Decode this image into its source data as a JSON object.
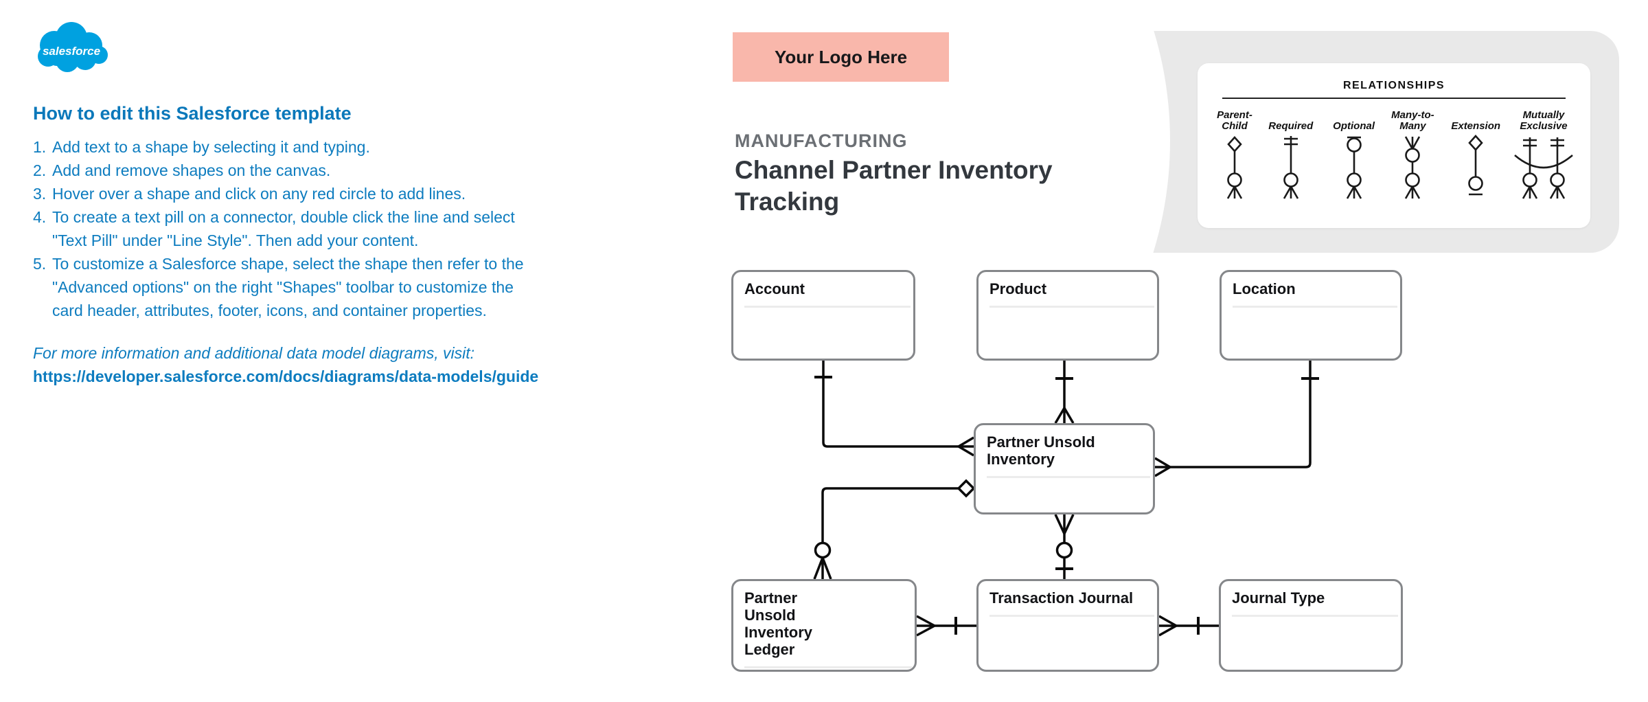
{
  "brand": {
    "logo_text": "salesforce",
    "logo_color": "#00A1E0"
  },
  "instructions": {
    "heading": "How to edit this Salesforce template",
    "items": [
      {
        "num": "1.",
        "text": "Add text to a shape by selecting it and typing."
      },
      {
        "num": "2.",
        "text": "Add and remove shapes on the canvas."
      },
      {
        "num": "3.",
        "text": "Hover over a shape and click on any red circle to add lines."
      },
      {
        "num": "4.",
        "text": "To create a text pill on a connector, double click the line and select\n\"Text Pill\" under \"Line Style\". Then add your content."
      },
      {
        "num": "5.",
        "text": "To customize a Salesforce shape, select the shape then refer to the\n\"Advanced options\" on the right \"Shapes\" toolbar to customize the\ncard header, attributes, footer, icons, and container properties."
      }
    ],
    "note": "For more information and additional data model diagrams, visit:",
    "link": "https://developer.salesforce.com/docs/diagrams/data-models/guide"
  },
  "header": {
    "logo_placeholder": "Your Logo Here",
    "category": "MANUFACTURING",
    "title": "Channel Partner Inventory Tracking"
  },
  "legend": {
    "title": "RELATIONSHIPS",
    "items": [
      {
        "label": "Parent-Child",
        "icon": "parent-child-symbol"
      },
      {
        "label": "Required",
        "icon": "required-symbol"
      },
      {
        "label": "Optional",
        "icon": "optional-symbol"
      },
      {
        "label": "Many-to-Many",
        "icon": "many-to-many-symbol"
      },
      {
        "label": "Extension",
        "icon": "extension-symbol"
      },
      {
        "label": "Mutually Exclusive",
        "icon": "mutually-exclusive-symbol"
      }
    ]
  },
  "entities": [
    {
      "name": "Account"
    },
    {
      "name": "Product"
    },
    {
      "name": "Location"
    },
    {
      "name": "Partner Unsold Inventory"
    },
    {
      "name": "Partner Unsold Inventory Ledger"
    },
    {
      "name": "Transaction Journal"
    },
    {
      "name": "Journal Type"
    }
  ],
  "connectors": [
    {
      "from": "Account",
      "to": "Partner Unsold Inventory",
      "from_end": "one",
      "to_end": "many"
    },
    {
      "from": "Product",
      "to": "Partner Unsold Inventory",
      "from_end": "one",
      "to_end": "many"
    },
    {
      "from": "Location",
      "to": "Partner Unsold Inventory",
      "from_end": "one",
      "to_end": "many"
    },
    {
      "from": "Partner Unsold Inventory",
      "to": "Partner Unsold Inventory Ledger",
      "from_end": "parent-diamond",
      "to_end": "zero-or-many"
    },
    {
      "from": "Partner Unsold Inventory",
      "to": "Transaction Journal",
      "from_end": "many",
      "to_end": "zero-or-one"
    },
    {
      "from": "Partner Unsold Inventory Ledger",
      "to": "Transaction Journal",
      "from_end": "many",
      "to_end": "one"
    },
    {
      "from": "Transaction Journal",
      "to": "Journal Type",
      "from_end": "many",
      "to_end": "one"
    }
  ],
  "colors": {
    "accent_blue": "#0D7CBF",
    "salesforce_blue": "#00A1E0",
    "logo_placeholder_bg": "#F9B7AB",
    "title_dark": "#33383E",
    "category_gray": "#6B6F74",
    "blob_gray": "#E9E9E9",
    "line_black": "#0B0B0B",
    "entity_border": "#85878A"
  }
}
